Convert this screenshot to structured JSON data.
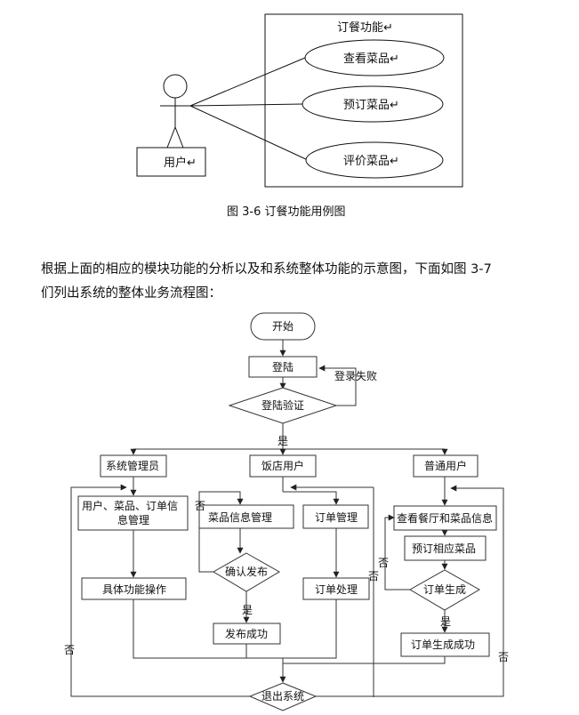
{
  "usecase": {
    "system_title": "订餐功能↵",
    "actor_label": "用户↵",
    "use_cases": [
      "查看菜品↵",
      "预订菜品↵",
      "评价菜品↵"
    ],
    "caption": "图 3-6 订餐功能用例图"
  },
  "paragraph": {
    "line1": "根据上面的相应的模块功能的分析以及和系统整体功能的示意图，下面如图 3-7",
    "line2": "们列出系统的整体业务流程图："
  },
  "flow": {
    "start": "开始",
    "login": "登陆",
    "login_fail": "登录失败",
    "login_verify": "登陆验证",
    "yes_main": "是",
    "admin": "系统管理员",
    "restaurant_user": "饭店用户",
    "normal_user": "普通用户",
    "admin_manage_line1": "用户、菜品、订单信",
    "admin_manage_line2": "息管理",
    "admin_operate": "具体功能操作",
    "dish_manage": "菜品信息管理",
    "order_manage": "订单管理",
    "confirm_publish": "确认发布",
    "no_publish": "否",
    "yes_publish": "是",
    "publish_success": "发布成功",
    "order_process": "订单处理",
    "view_restaurant": "查看餐厅和菜品信息",
    "reserve_dish": "预订相应菜品",
    "order_generate": "订单生成",
    "no_order_a": "否",
    "no_order_b": "否",
    "yes_order": "是",
    "order_success": "订单生成成功",
    "no_left": "否",
    "no_right": "否",
    "exit": "退出系统"
  }
}
